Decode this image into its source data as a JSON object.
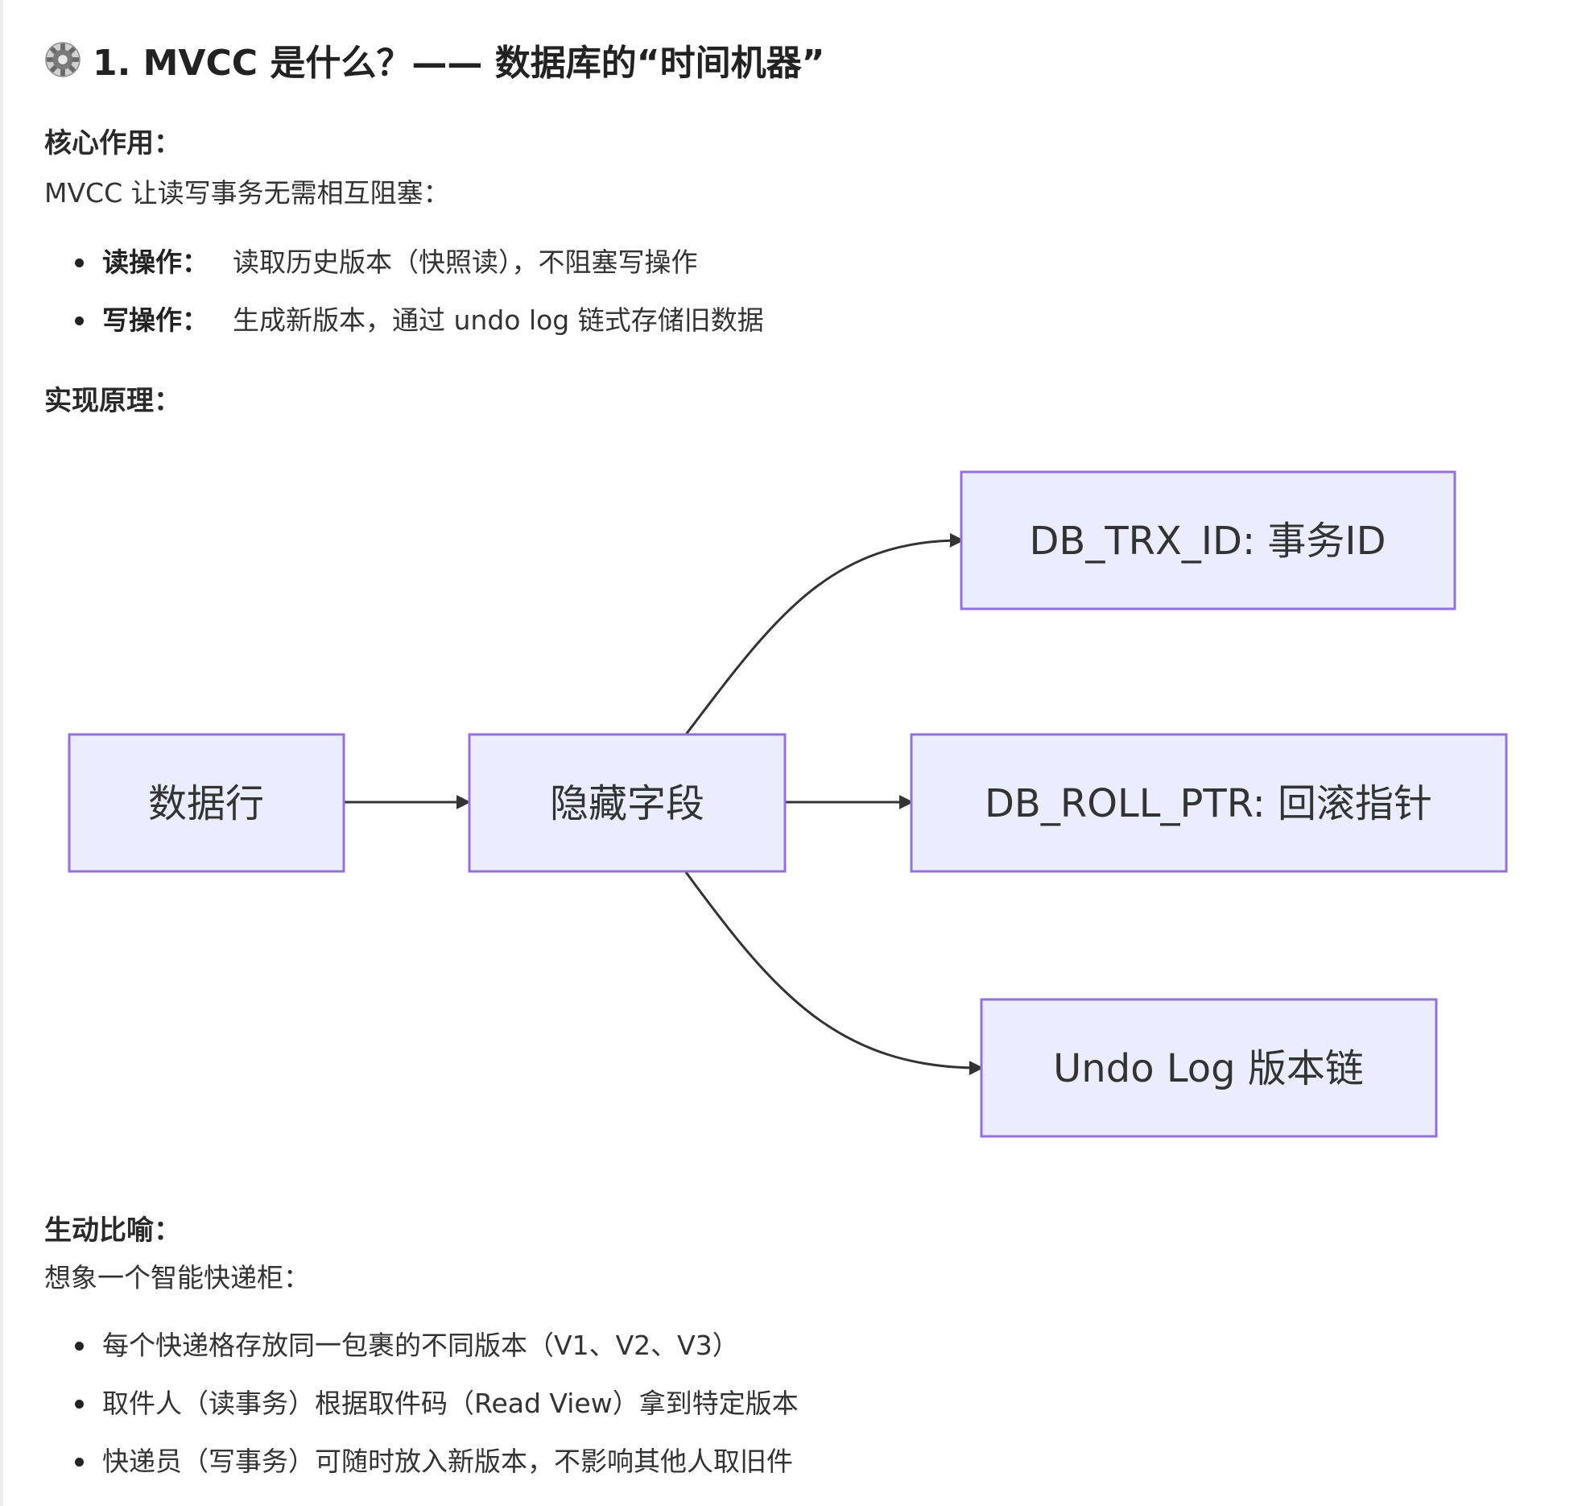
{
  "heading": {
    "icon": "gear-icon",
    "text": "1. MVCC 是什么？—— 数据库的“时间机器”"
  },
  "core": {
    "label": "核心作用：",
    "intro": "MVCC 让读写事务无需相互阻塞：",
    "items": [
      {
        "key": "读操作：",
        "text": "读取历史版本（快照读），不阻塞写操作"
      },
      {
        "key": "写操作：",
        "text": "生成新版本，通过 undo log 链式存储旧数据"
      }
    ]
  },
  "principle": {
    "label": "实现原理："
  },
  "diagram": {
    "nodes": {
      "row": "数据行",
      "hidden": "隐藏字段",
      "trx_id": "DB_TRX_ID: 事务ID",
      "roll_ptr": "DB_ROLL_PTR: 回滚指针",
      "undo": "Undo Log 版本链"
    },
    "colors": {
      "node_fill": "#ececff",
      "node_stroke": "#9370db",
      "edge": "#333333"
    }
  },
  "analogy": {
    "label": "生动比喻：",
    "intro": "想象一个智能快递柜：",
    "items": [
      "每个快递格存放同一包裹的不同版本（V1、V2、V3）",
      "取件人（读事务）根据取件码（Read View）拿到特定版本",
      "快递员（写事务）可随时放入新版本，不影响其他人取旧件"
    ]
  }
}
